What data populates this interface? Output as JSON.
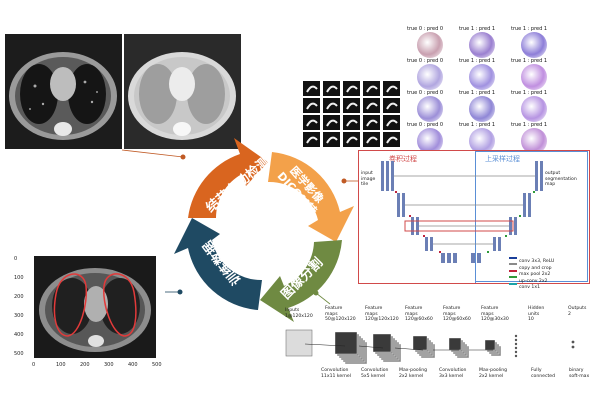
{
  "cycle": {
    "steps": [
      {
        "label": "结节自动检测",
        "color": "#d9651f"
      },
      {
        "label": "医学影像DICOM转换",
        "color": "#f3a14a"
      },
      {
        "label": "图像分割",
        "color": "#6f8a42"
      },
      {
        "label": "训练数据",
        "color": "#1f4a63"
      }
    ]
  },
  "classifier_grid": {
    "labels": [
      [
        "true 0 : pred 0",
        "true 1 : pred 1",
        "true 1 : pred 1"
      ],
      [
        "true 0 : pred 0",
        "true 1 : pred 1",
        "true 1 : pred 1"
      ],
      [
        "true 0 : pred 0",
        "true 1 : pred 1",
        "true 1 : pred 1"
      ],
      [
        "true 0 : pred 0",
        "true 1 : pred 1",
        "true 1 : pred 1"
      ]
    ]
  },
  "unet": {
    "left_title": "卷积过程",
    "right_title": "上采样过程",
    "input_label": "input image tile",
    "output_label": "output segmentation map",
    "legend": [
      "conv 3x3, ReLU",
      "copy and crop",
      "max pool 2x2",
      "up-conv 2x2",
      "conv 1x1"
    ],
    "legend_colors": [
      "#1b3f9a",
      "#8a8a8a",
      "#c0223b",
      "#2e9a3a",
      "#1aa3a8"
    ]
  },
  "segmentation_plot": {
    "x_ticks": [
      "0",
      "100",
      "200",
      "300",
      "400",
      "500"
    ],
    "y_ticks": [
      "0",
      "100",
      "200",
      "300",
      "400",
      "500"
    ]
  },
  "cnn": {
    "input": [
      "Inputs",
      "1@120x120"
    ],
    "layers": [
      [
        "Feature",
        "maps",
        "50@120x120"
      ],
      [
        "Feature",
        "maps",
        "120@120x120"
      ],
      [
        "Feature",
        "maps",
        "120@60x60"
      ],
      [
        "Feature",
        "maps",
        "120@60x60"
      ],
      [
        "Feature",
        "maps",
        "120@30x30"
      ],
      [
        "Hidden",
        "units",
        "10"
      ],
      [
        "Outputs",
        "2"
      ]
    ],
    "ops": [
      [
        "Convolution",
        "11x11 kernel"
      ],
      [
        "Convolution",
        "5x5 kernel"
      ],
      [
        "Max-pooling",
        "2x2 kernel"
      ],
      [
        "Convolution",
        "3x3 kernel"
      ],
      [
        "Max-pooling",
        "2x2 kernel"
      ],
      [
        "Fully",
        "connected"
      ],
      [
        "binary",
        "soft-max"
      ]
    ]
  }
}
